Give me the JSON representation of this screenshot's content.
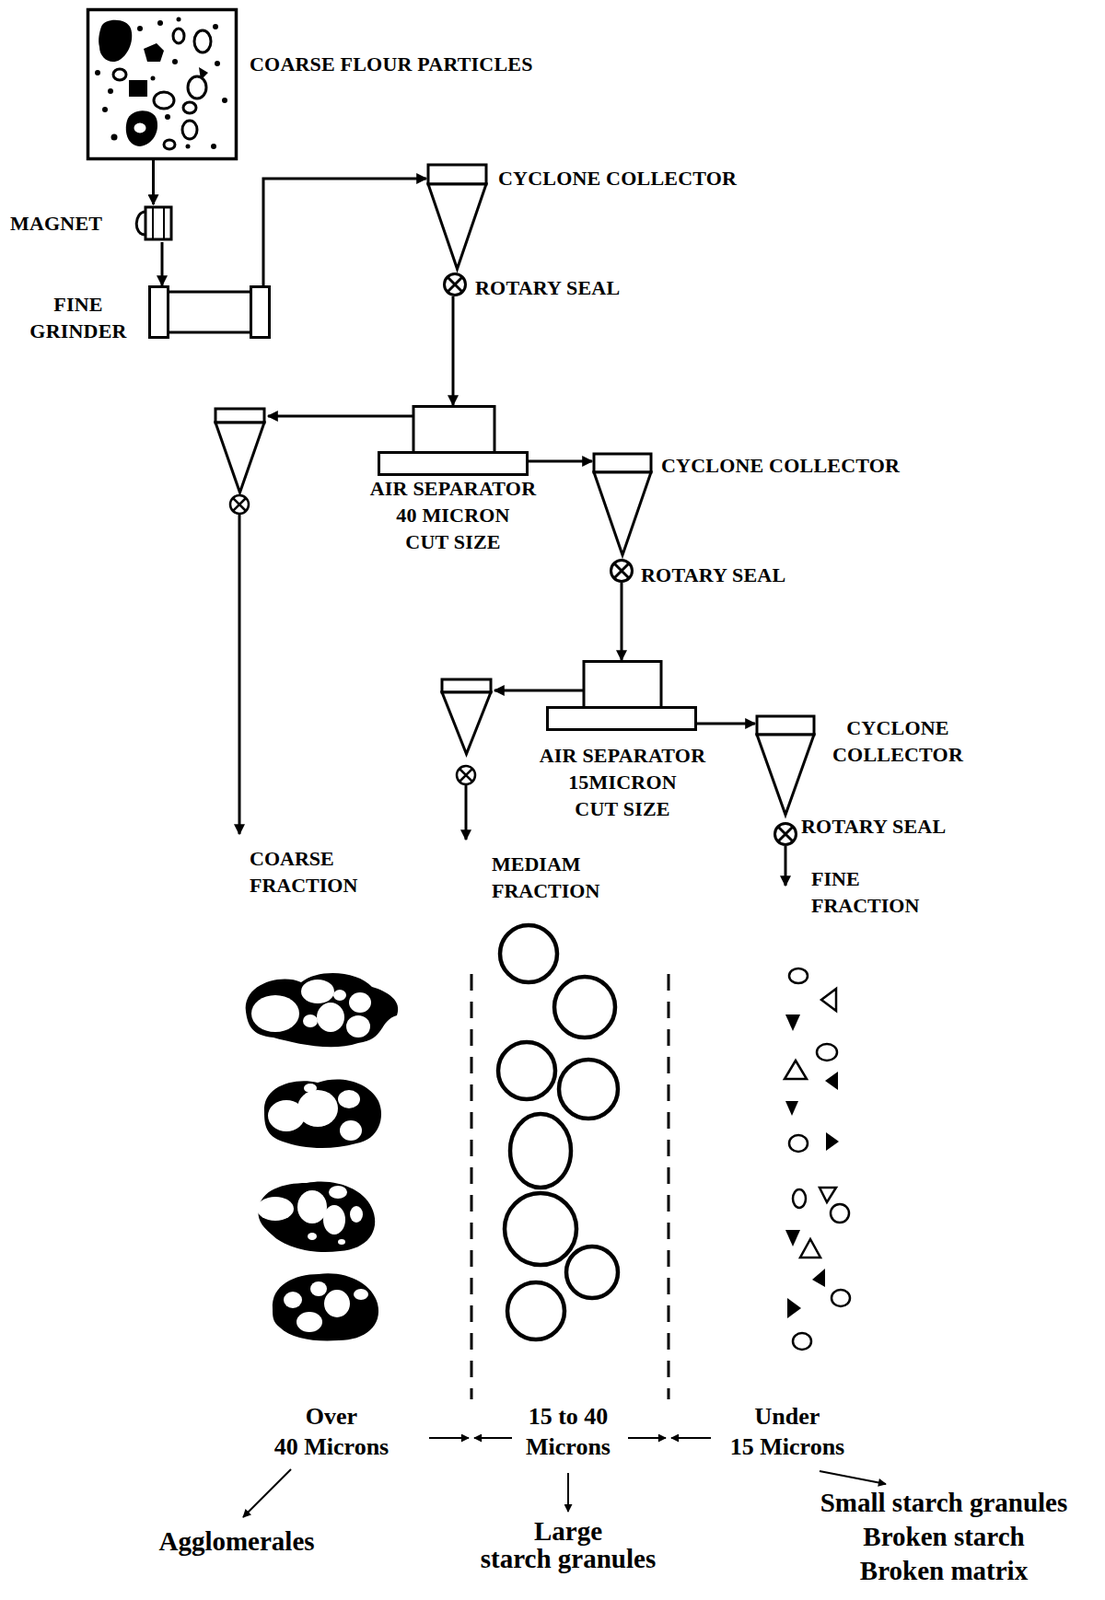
{
  "diagram": {
    "nodes": [
      {
        "text": [
          "COARSE FLOUR PARTICLES"
        ]
      },
      {
        "text": [
          "MAGNET"
        ]
      },
      {
        "text": [
          "FINE GRINDER"
        ]
      },
      {
        "text": [
          "CYCLONE COLLECTOR"
        ]
      },
      {
        "text": [
          "ROTARY SEAL"
        ]
      },
      {
        "text": [
          "AIR SEPARATOR 40 MICRON CUT SIZE"
        ]
      },
      {
        "text": [
          "CYCLONE COLLECTOR"
        ]
      },
      {
        "text": [
          "ROTARY SEAL"
        ]
      },
      {
        "text": [
          "AIR SEPARATOR 15MICRON CUT SIZE"
        ]
      },
      {
        "text": [
          "CYCLONE COLLECTOR"
        ]
      },
      {
        "text": [
          "ROTARY SEAL"
        ]
      }
    ],
    "edges": [
      {
        "from": 0,
        "to": 1,
        "arrow": "to"
      },
      {
        "from": 1,
        "to": 2,
        "arrow": "to"
      },
      {
        "from": 2,
        "to": 3,
        "arrow": "to"
      },
      {
        "from": 4,
        "to": 5,
        "arrow": "to"
      },
      {
        "from": 5,
        "to": 6,
        "arrow": "to"
      },
      {
        "from": 7,
        "to": 8,
        "arrow": "to"
      },
      {
        "from": 8,
        "to": 9,
        "arrow": "to"
      }
    ],
    "labels": [
      "COARSE FRACTION",
      "MEDIAM FRACTION",
      "FINE FRACTION",
      "Over 40 Microns",
      "15 to 40 Microns",
      "Under 15 Microns",
      "Agglomerales",
      "Large starch granules",
      "Small starch granules",
      "Broken starch",
      "Broken matrix"
    ]
  }
}
